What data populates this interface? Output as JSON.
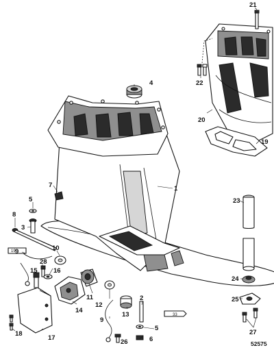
{
  "labels": {
    "l1": "1",
    "l2": "2",
    "l3": "3",
    "l4": "4",
    "l5a": "5",
    "l5b": "5",
    "l6": "6",
    "l7": "7",
    "l8": "8",
    "l9a": "9",
    "l9b": "9",
    "l10": "10",
    "l11": "11",
    "l12": "12",
    "l13": "13",
    "l14": "14",
    "l15": "15",
    "l16": "16",
    "l17": "17",
    "l18": "18",
    "l19": "19",
    "l20": "20",
    "l21": "21",
    "l22": "22",
    "l23": "23",
    "l24": "24",
    "l25": "25",
    "l26": "26",
    "l27": "27",
    "l28": "28"
  },
  "tags": {
    "t19": "19",
    "t33": "33"
  },
  "reference": "52575"
}
